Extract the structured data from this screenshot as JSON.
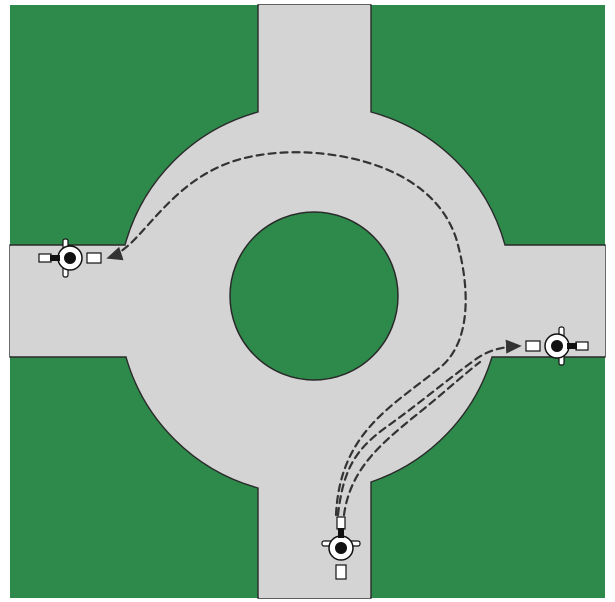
{
  "diagram": {
    "type": "roundabout-route-diagram",
    "colors": {
      "background": "#ffffff",
      "grass": "#2e8a4b",
      "road": "#d4d4d4",
      "outline": "#2a2a2a",
      "route": "#333333",
      "vehicle": "#111111"
    },
    "elements": {
      "grass_quadrants": [
        "grass-top-left",
        "grass-top-right",
        "grass-bottom-left",
        "grass-bottom-right"
      ],
      "roads": [
        "north-road",
        "south-road",
        "west-road",
        "east-road"
      ],
      "central_island": "central-island",
      "vehicles": [
        {
          "name": "motorcycle-west-exit",
          "heading": "west"
        },
        {
          "name": "motorcycle-east-exit",
          "heading": "east"
        },
        {
          "name": "motorcycle-south-entry",
          "heading": "north"
        }
      ],
      "routes": [
        {
          "name": "route-south-to-west",
          "style": "dashed",
          "arrow": true
        },
        {
          "name": "route-south-to-east",
          "style": "dashed",
          "arrow": true
        }
      ]
    }
  }
}
